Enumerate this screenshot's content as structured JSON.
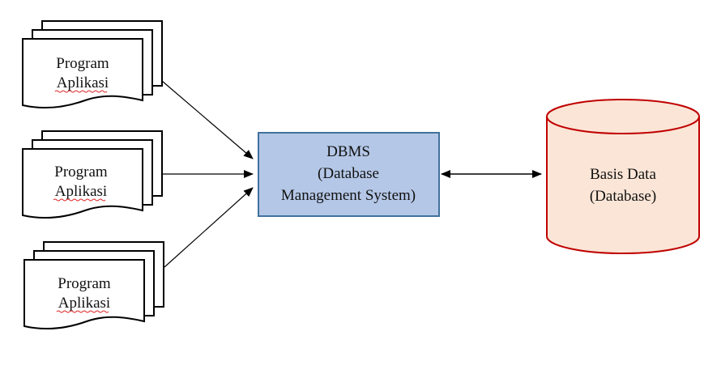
{
  "diagram": {
    "programs": [
      {
        "line1": "Program",
        "line2": "Aplikasi"
      },
      {
        "line1": "Program",
        "line2": "Aplikasi"
      },
      {
        "line1": "Program",
        "line2": "Aplikasi"
      }
    ],
    "dbms": {
      "line1": "DBMS",
      "line2": "(Database",
      "line3": "Management System)",
      "fill": "#b4c7e7",
      "stroke": "#41719c"
    },
    "database": {
      "line1": "Basis Data",
      "line2": "(Database)",
      "fill": "#fbe5d6",
      "stroke": "#c00000"
    },
    "connections": [
      {
        "from": "program-1",
        "to": "dbms",
        "type": "one-way"
      },
      {
        "from": "program-2",
        "to": "dbms",
        "type": "one-way"
      },
      {
        "from": "program-3",
        "to": "dbms",
        "type": "one-way"
      },
      {
        "from": "dbms",
        "to": "database",
        "type": "two-way"
      }
    ]
  }
}
